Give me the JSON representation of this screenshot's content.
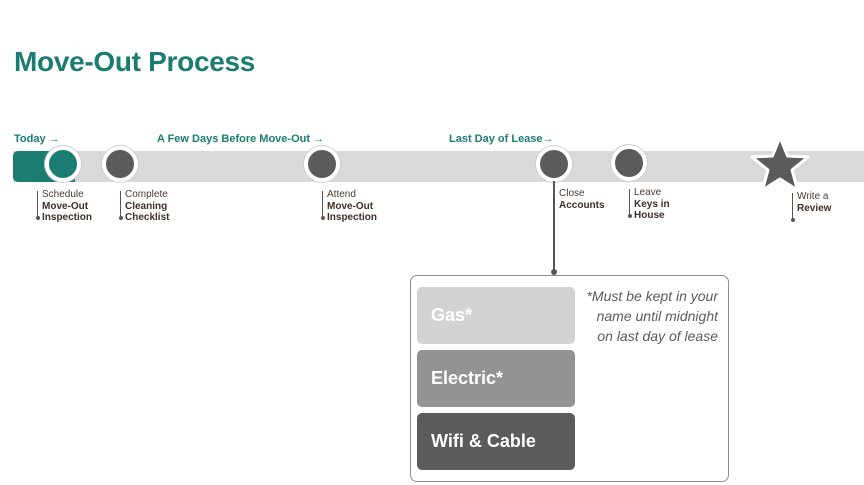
{
  "title": "Move-Out Process",
  "colors": {
    "accent": "#1b7d72",
    "node": "#5b5b5b",
    "track": "#d9d9d9"
  },
  "phases": [
    {
      "label": "Today →"
    },
    {
      "label": "A Few Days Before Move-Out →"
    },
    {
      "label": "Last Day of Lease→"
    }
  ],
  "steps": [
    {
      "pre": "Schedule",
      "bold1": "Move-Out",
      "bold2": "Inspection"
    },
    {
      "pre": "Complete",
      "bold1": "Cleaning",
      "bold2": "Checklist"
    },
    {
      "pre": "Attend",
      "bold1": "Move-Out",
      "bold2": "Inspection"
    },
    {
      "pre": "Close",
      "bold1": "Accounts",
      "bold2": ""
    },
    {
      "pre": "Leave",
      "bold1": "Keys in",
      "bold2": "House"
    },
    {
      "pre": "Write a",
      "bold1": "Review",
      "bold2": "",
      "icon": "star-icon"
    }
  ],
  "accounts_panel": {
    "utilities": [
      {
        "label": "Gas*",
        "color": "#d3d3d3"
      },
      {
        "label": "Electric*",
        "color": "#939393"
      },
      {
        "label": "Wifi & Cable",
        "color": "#5b5b5b"
      }
    ],
    "note": "*Must be kept in your name until midnight on last day of lease"
  }
}
